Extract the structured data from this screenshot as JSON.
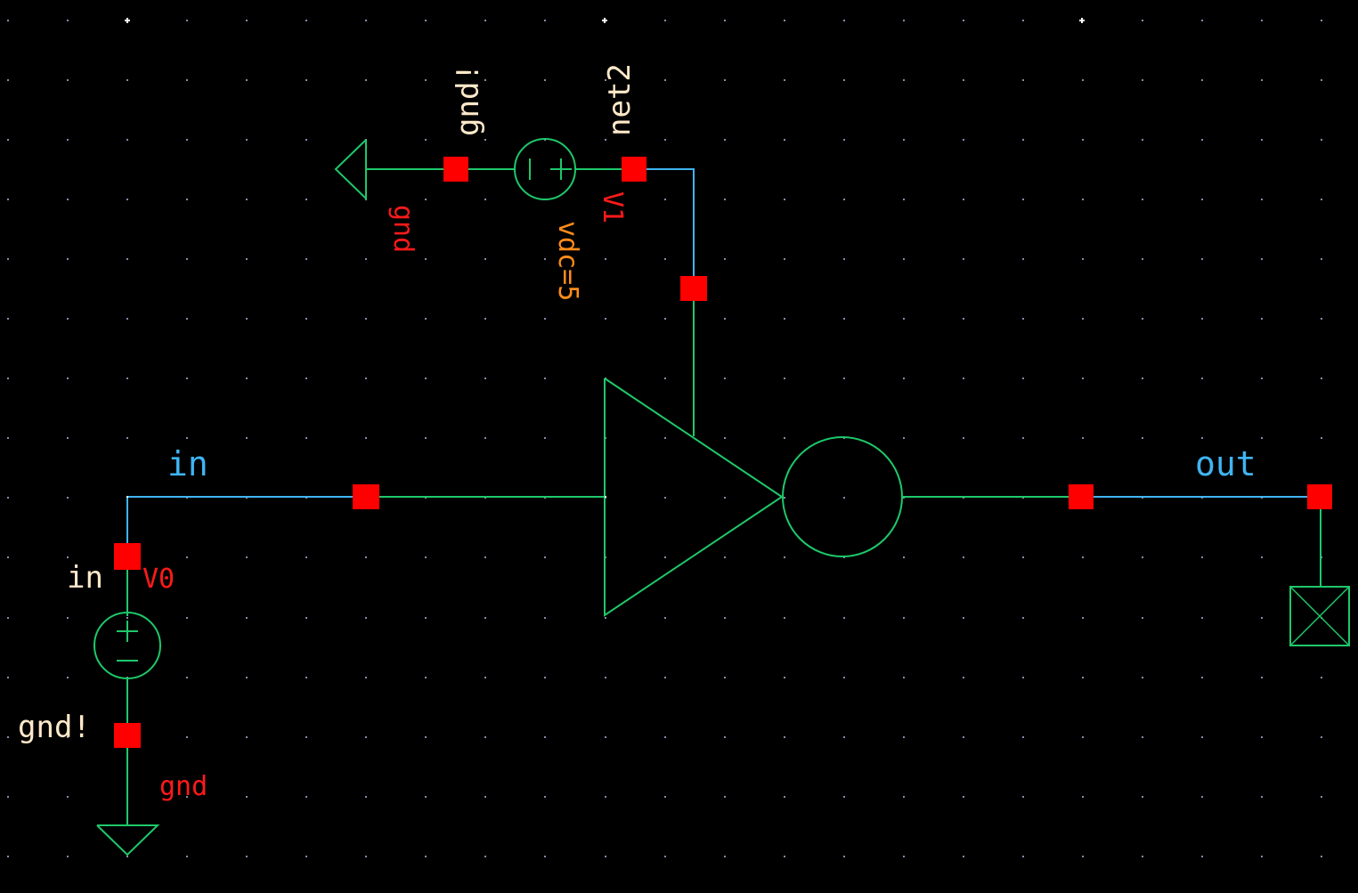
{
  "app": {
    "view": "schematic-editor"
  },
  "colors": {
    "background": "#000000",
    "wire_instance": "#1ec86a",
    "wire_net": "#40b4f2",
    "pin": "#ff0000",
    "terminal_label": "#ffe9c9",
    "instance_label": "#ff1a1a",
    "parameter_label": "#ff8c1a",
    "net_label": "#40b4f2",
    "grid": "#8a8aaa"
  },
  "components": {
    "v0": {
      "type": "voltage-source",
      "instance_name": "V0",
      "top_terminal": "in",
      "bottom_terminal": "gnd!",
      "polarity_plus": "+",
      "polarity_minus": "−"
    },
    "v1": {
      "type": "dc-voltage-source",
      "instance_name": "V1",
      "parameter": "vdc=5",
      "left_terminal": "gnd!",
      "right_terminal": "net2",
      "polarity_plus": "+",
      "polarity_minus": "−"
    },
    "gnd_bottom": {
      "type": "ground",
      "instance_name": "gnd"
    },
    "gnd_top": {
      "type": "ground",
      "instance_name": "gnd"
    },
    "inverter": {
      "type": "inverter"
    },
    "out_pin": {
      "type": "output-pin"
    }
  },
  "nets": {
    "in": "in",
    "out": "out"
  }
}
